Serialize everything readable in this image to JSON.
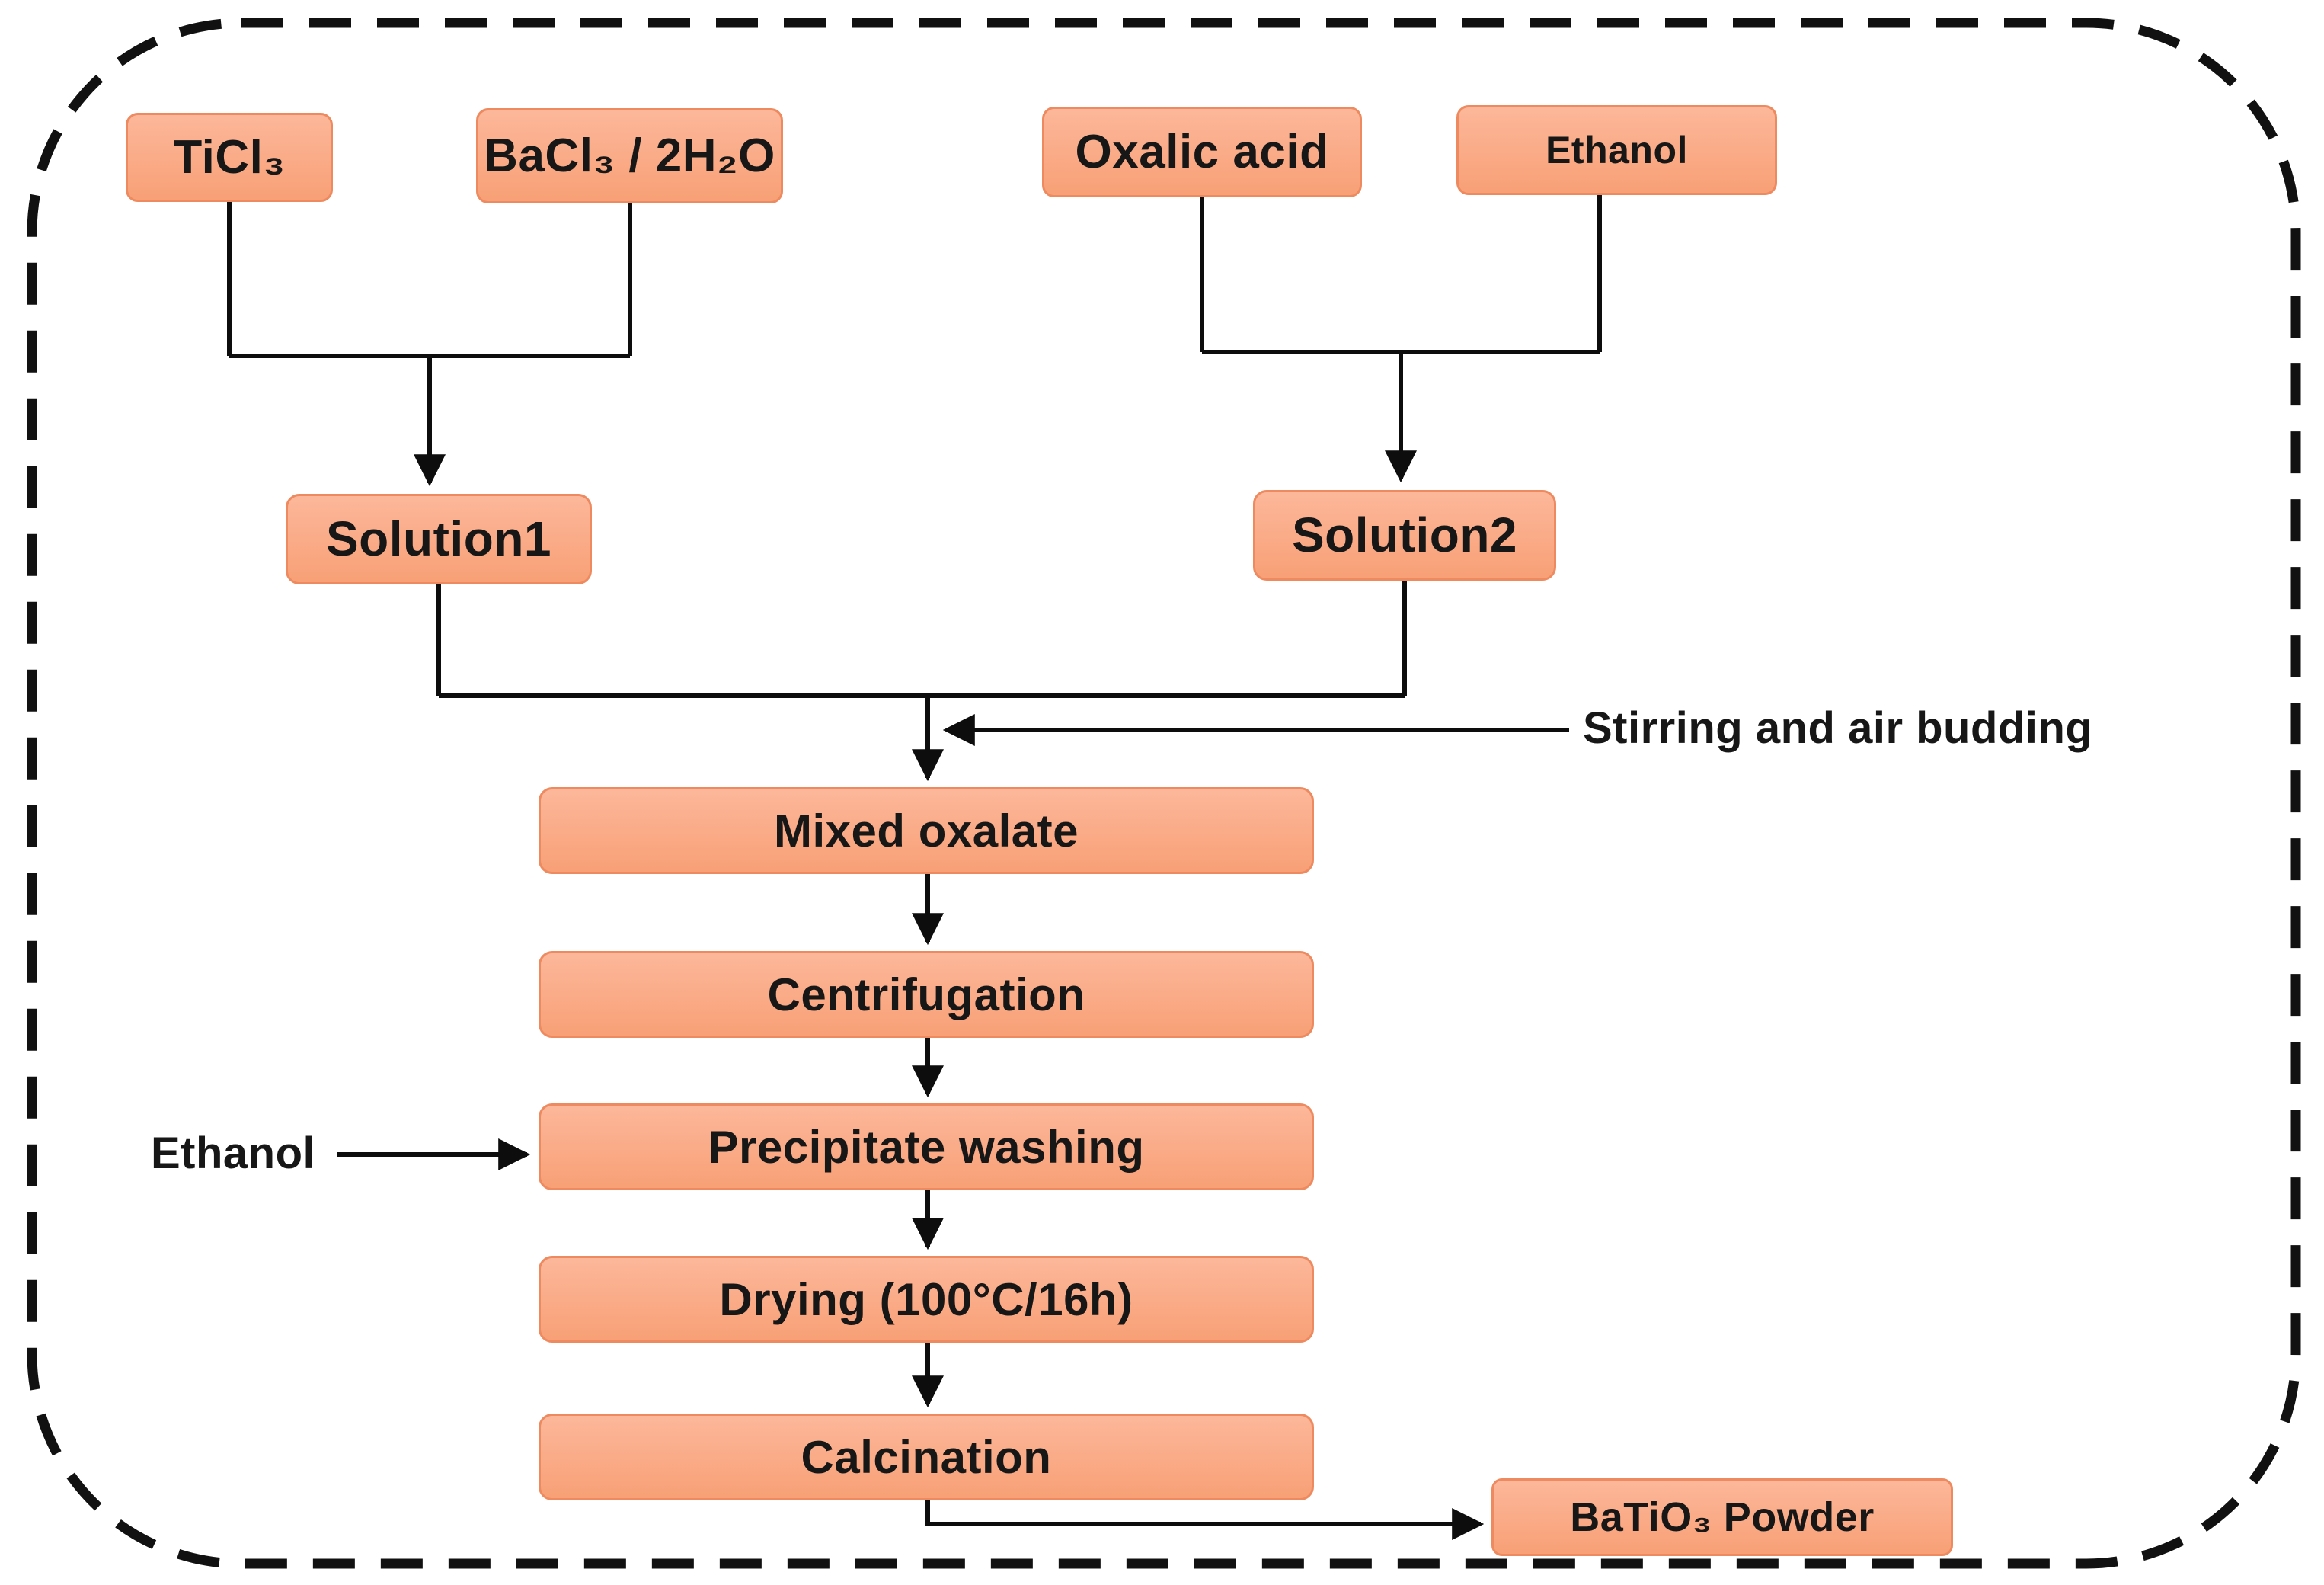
{
  "nodes": {
    "ticl3": {
      "label": "TiCl₃"
    },
    "bacl3_2h2o": {
      "label": "BaCl₃ / 2H₂O"
    },
    "oxalic_acid": {
      "label": "Oxalic acid"
    },
    "ethanol_top": {
      "label": "Ethanol"
    },
    "solution1": {
      "label": "Solution1"
    },
    "solution2": {
      "label": "Solution2"
    },
    "mixed_oxalate": {
      "label": "Mixed oxalate"
    },
    "centrifugation": {
      "label": "Centrifugation"
    },
    "precipitate_washing": {
      "label": "Precipitate washing"
    },
    "drying": {
      "label": "Drying (100°C/16h)"
    },
    "calcination": {
      "label": "Calcination"
    },
    "batio3_powder": {
      "label": "BaTiO₃ Powder"
    }
  },
  "annotations": {
    "stirring": {
      "label": "Stirring and air budding"
    },
    "ethanol_side": {
      "label": "Ethanol"
    }
  },
  "colors": {
    "box_fill_top": "#fcb79a",
    "box_fill_bottom": "#f8a076",
    "box_border": "#ee8a5f",
    "connector": "#0d0d0d",
    "dashed_border": "#111111",
    "text": "#171717",
    "background": "#ffffff"
  }
}
